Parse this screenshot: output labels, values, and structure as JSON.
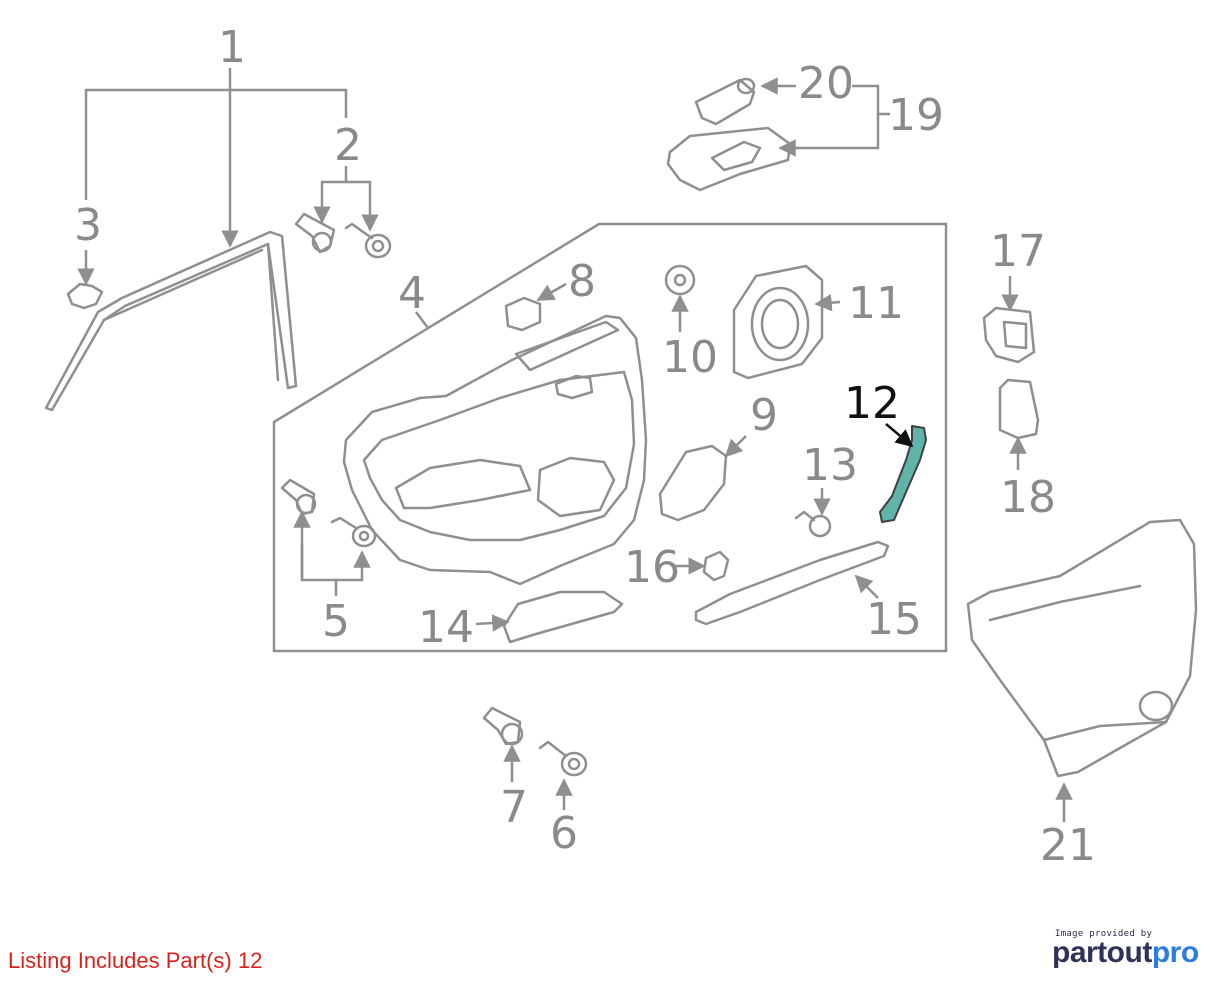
{
  "callouts": [
    {
      "id": "1",
      "text": "1"
    },
    {
      "id": "2",
      "text": "2"
    },
    {
      "id": "3",
      "text": "3"
    },
    {
      "id": "4",
      "text": "4"
    },
    {
      "id": "5",
      "text": "5"
    },
    {
      "id": "6",
      "text": "6"
    },
    {
      "id": "7",
      "text": "7"
    },
    {
      "id": "8",
      "text": "8"
    },
    {
      "id": "9",
      "text": "9"
    },
    {
      "id": "10",
      "text": "10"
    },
    {
      "id": "11",
      "text": "11"
    },
    {
      "id": "12",
      "text": "12"
    },
    {
      "id": "13",
      "text": "13"
    },
    {
      "id": "14",
      "text": "14"
    },
    {
      "id": "15",
      "text": "15"
    },
    {
      "id": "16",
      "text": "16"
    },
    {
      "id": "17",
      "text": "17"
    },
    {
      "id": "18",
      "text": "18"
    },
    {
      "id": "19",
      "text": "19"
    },
    {
      "id": "20",
      "text": "20"
    },
    {
      "id": "21",
      "text": "21"
    }
  ],
  "highlighted_part": "12",
  "colors": {
    "highlight_fill": "#5fb3a8",
    "line_gray": "#8f8f8f",
    "listing_red": "#d9221c",
    "brand_dark": "#2d3457",
    "brand_blue": "#2a7de1"
  },
  "listing_text": "Listing Includes Part(s)  12",
  "credit": {
    "caption": "Image provided by",
    "brand_part1": "partout",
    "brand_part2": "pro"
  }
}
